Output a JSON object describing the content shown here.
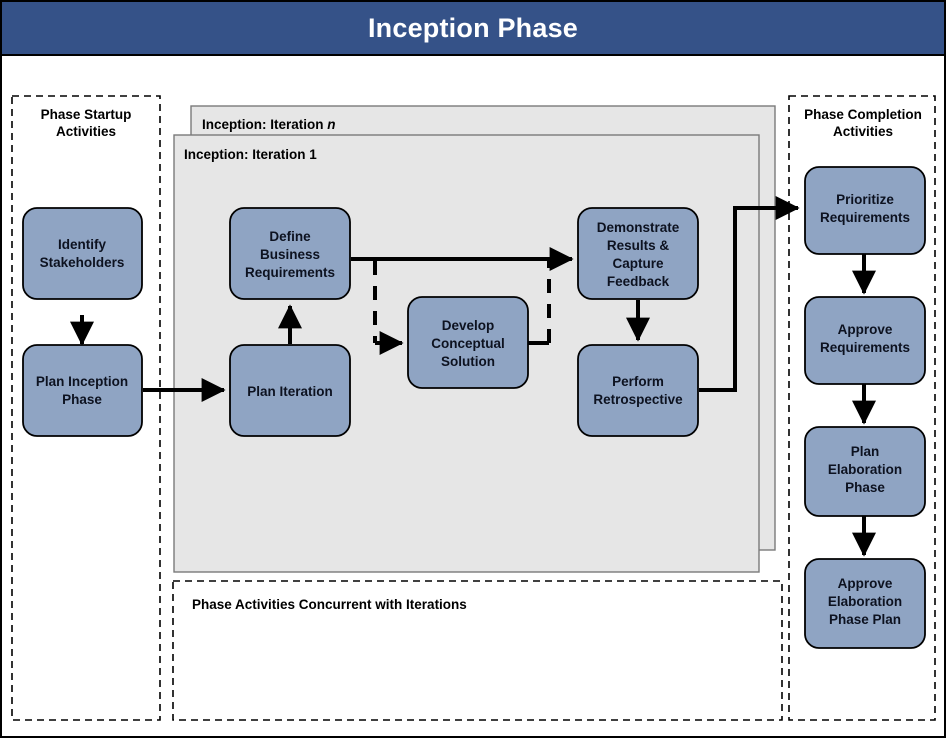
{
  "header": {
    "title": "Inception Phase",
    "bar_color": "#355288",
    "title_color": "#ffffff"
  },
  "theme": {
    "node_fill": "#8fa4c3",
    "node_stroke": "#000000",
    "panel_fill": "#e6e6e6",
    "panel_stroke": "#7a7a7a",
    "page_bg": "#ffffff",
    "line_color": "#000000"
  },
  "lanes": {
    "startup": {
      "title_line1": "Phase Startup",
      "title_line2": "Activities"
    },
    "completion": {
      "title_line1": "Phase Completion",
      "title_line2": "Activities"
    },
    "concurrent": {
      "title": "Phase Activities Concurrent with Iterations"
    }
  },
  "iteration_panels": {
    "back": {
      "label_prefix": "Inception: Iteration ",
      "label_suffix": "n"
    },
    "front": {
      "label": "Inception: Iteration 1"
    }
  },
  "nodes": {
    "identify_stakeholders": {
      "lines": [
        "Identify",
        "Stakeholders"
      ]
    },
    "plan_inception_phase": {
      "lines": [
        "Plan Inception",
        "Phase"
      ]
    },
    "define_business_requirements": {
      "lines": [
        "Define",
        "Business",
        "Requirements"
      ]
    },
    "plan_iteration": {
      "lines": [
        "Plan Iteration"
      ]
    },
    "develop_conceptual_solution": {
      "lines": [
        "Develop",
        "Conceptual",
        "Solution"
      ]
    },
    "demonstrate_results": {
      "lines": [
        "Demonstrate",
        "Results &",
        "Capture",
        "Feedback"
      ]
    },
    "perform_retrospective": {
      "lines": [
        "Perform",
        "Retrospective"
      ]
    },
    "prioritize_requirements": {
      "lines": [
        "Prioritize",
        "Requirements"
      ]
    },
    "approve_requirements": {
      "lines": [
        "Approve",
        "Requirements"
      ]
    },
    "plan_elaboration_phase": {
      "lines": [
        "Plan",
        "Elaboration",
        "Phase"
      ]
    },
    "approve_elaboration_phase_plan": {
      "lines": [
        "Approve",
        "Elaboration",
        "Phase Plan"
      ]
    }
  }
}
